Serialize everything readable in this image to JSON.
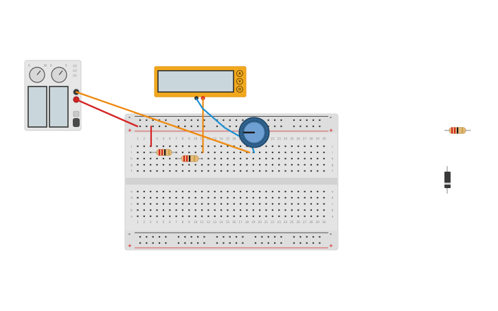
{
  "breadboard": {
    "column_labels": [
      "1",
      "2",
      "3",
      "4",
      "5",
      "6",
      "7",
      "8",
      "9",
      "10",
      "11",
      "12",
      "13",
      "14",
      "15",
      "16",
      "17",
      "18",
      "19",
      "20",
      "21",
      "22",
      "23",
      "24",
      "25",
      "26",
      "27",
      "28",
      "29",
      "30"
    ],
    "row_labels_top": [
      "j",
      "i",
      "h",
      "g",
      "f"
    ],
    "row_labels_bottom": [
      "e",
      "d",
      "c",
      "b",
      "a"
    ],
    "rail_plus": "+",
    "rail_minus": "-"
  },
  "multimeter": {
    "mode_labels": [
      "A",
      "V",
      "Ω"
    ]
  },
  "power_supply": {
    "knob_scale_labels": [
      "0",
      "30",
      "0",
      "5"
    ]
  },
  "colors": {
    "breadboard": "#e4e4e4",
    "multimeter_body": "#f2a81d",
    "multimeter_screen": "#c9d6dc",
    "wire_red": "#d42424",
    "wire_orange": "#ee8a10",
    "wire_blue": "#1e90d2",
    "pot_body": "#2a5a82",
    "pot_knob": "#6fa0d4"
  }
}
